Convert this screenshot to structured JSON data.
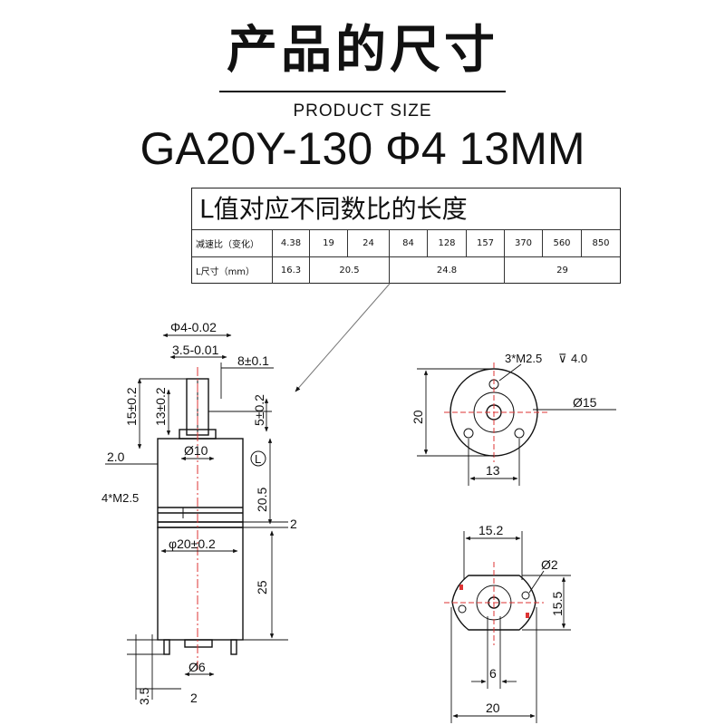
{
  "header": {
    "title": "产品的尺寸",
    "subtitle": "PRODUCT SIZE",
    "model": "GA20Y-130 Φ4 13MM"
  },
  "table": {
    "heading": "L值对应不同数比的长度",
    "row1_label": "减速比（变化）",
    "ratios": [
      "4.38",
      "19",
      "24",
      "84",
      "128",
      "157",
      "370",
      "560",
      "850"
    ],
    "row2_label": "L尺寸（mm）",
    "lengths": [
      "16.3",
      "20.5",
      "24.8",
      "29"
    ]
  },
  "dimensions": {
    "shaft_diameter": "Φ4-0.02",
    "flat_width": "3.5-0.01",
    "flat_length": "8±0.1",
    "shaft_length": "15±0.2",
    "flat_height": "13±0.2",
    "boss_height": "5±0.2",
    "flange_thickness": "2.0",
    "boss_diameter": "Ø10",
    "gearbox_L": "20.5",
    "L_marker": "L",
    "mount_screws": "4*M2.5",
    "gap": "2",
    "body_diameter": "φ20±0.2",
    "motor_length": "25",
    "end_boss": "Ø6",
    "terminal_height": "3.5",
    "terminal_offset": "2"
  },
  "front_view": {
    "screw_holes": "3*M2.5",
    "depth_symbol": "⊽",
    "depth": "4.0",
    "height": "20",
    "outer_diameter": "Ø15",
    "hole_spacing": "13"
  },
  "end_view": {
    "width_top": "15.2",
    "hole_diameter": "Ø2",
    "height": "15.5",
    "boss": "6",
    "width_bottom": "20"
  }
}
